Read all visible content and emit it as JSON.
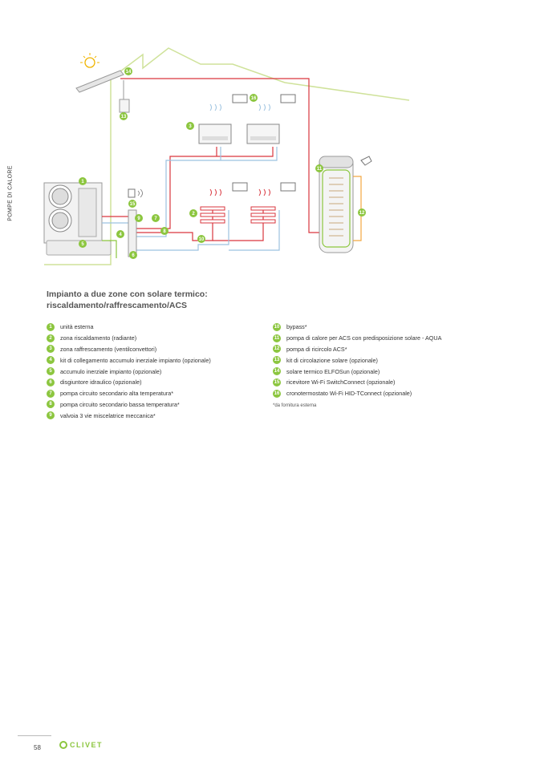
{
  "side_tab": "POMPE DI CALORE",
  "title": "Impianto a due zone con solare termico: riscaldamento/raffrescamento/ACS",
  "legend_left": [
    {
      "num": "1",
      "text": "unità esterna"
    },
    {
      "num": "2",
      "text": "zona riscaldamento (radiante)"
    },
    {
      "num": "3",
      "text": "zona raffrescamento (ventilconvettori)"
    },
    {
      "num": "4",
      "text": "kit di collegamento accumulo inerziale impianto (opzionale)"
    },
    {
      "num": "5",
      "text": "accumulo inerziale impianto (opzionale)"
    },
    {
      "num": "6",
      "text": "disgiuntore idraulico (opzionale)"
    },
    {
      "num": "7",
      "text": "pompa circuito secondario alta temperatura*"
    },
    {
      "num": "8",
      "text": "pompa circuito secondario bassa temperatura*"
    },
    {
      "num": "9",
      "text": "valvoia 3 vie miscelatrice meccanica*"
    }
  ],
  "legend_right": [
    {
      "num": "10",
      "text": "bypass*"
    },
    {
      "num": "11",
      "text": "pompa di calore per ACS con predisposizione solare - AQUA"
    },
    {
      "num": "12",
      "text": "pompa di ricircolo ACS*"
    },
    {
      "num": "13",
      "text": "kit di circolazione solare (opzionale)"
    },
    {
      "num": "14",
      "text": "solare termico ELFOSun (opzionale)"
    },
    {
      "num": "15",
      "text": "ricevitore Wi-Fi SwitchConnect (opzionale)"
    },
    {
      "num": "16",
      "text": "cronotermostato Wi-Fi HID-TConnect (opzionale)"
    }
  ],
  "note": "*da fornitura esterna",
  "page_number": "58",
  "brand": "CLIVET",
  "diagram_labels": {
    "n1": "1",
    "n2": "2",
    "n3": "3",
    "n4": "4",
    "n5": "5",
    "n6": "6",
    "n7": "7",
    "n8": "8",
    "n9": "9",
    "n10": "10",
    "n11": "11",
    "n12": "12",
    "n13": "13",
    "n14": "14",
    "n15": "15",
    "n16": "16"
  },
  "colors": {
    "accent": "#8cc63f",
    "hot": "#d9363e",
    "cold": "#9cc2e0",
    "house": "#c8df8c",
    "grey": "#9a9a9a"
  }
}
